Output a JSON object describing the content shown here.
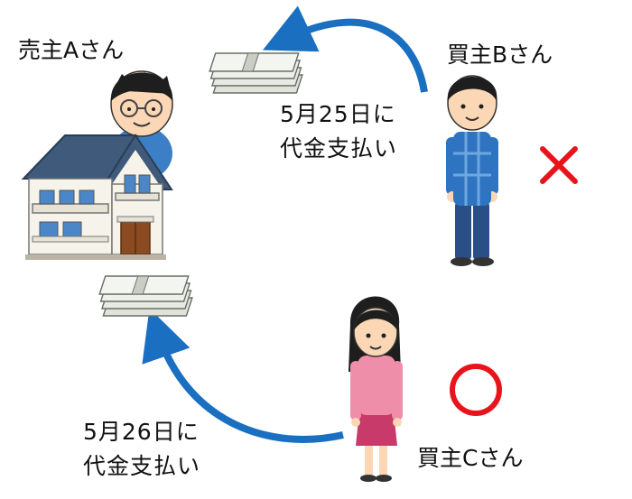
{
  "seller": {
    "name": "売主Aさん"
  },
  "buyer_b": {
    "name": "買主Bさん",
    "result_icon": "cross-mark-icon",
    "result_color": "#e8141c"
  },
  "buyer_c": {
    "name": "買主Cさん",
    "result_icon": "circle-mark-icon",
    "result_color": "#e8141c"
  },
  "payment_b": {
    "line1": "5月25日に",
    "line2": "代金支払い"
  },
  "payment_c": {
    "line1": "5月26日に",
    "line2": "代金支払い"
  },
  "colors": {
    "arrow": "#1a6fc0",
    "roof": "#3f5a7a",
    "wall": "#f5f3ea",
    "window": "#4a86c8",
    "door": "#8a4a22",
    "shirt_b": "#2f74c0",
    "pants_b": "#2a4f86",
    "top_c": "#ee8ea8",
    "skirt_c": "#c83a6a",
    "hair": "#1e1e1e",
    "skin": "#fbd7b5",
    "bills": "#dfe3da"
  }
}
